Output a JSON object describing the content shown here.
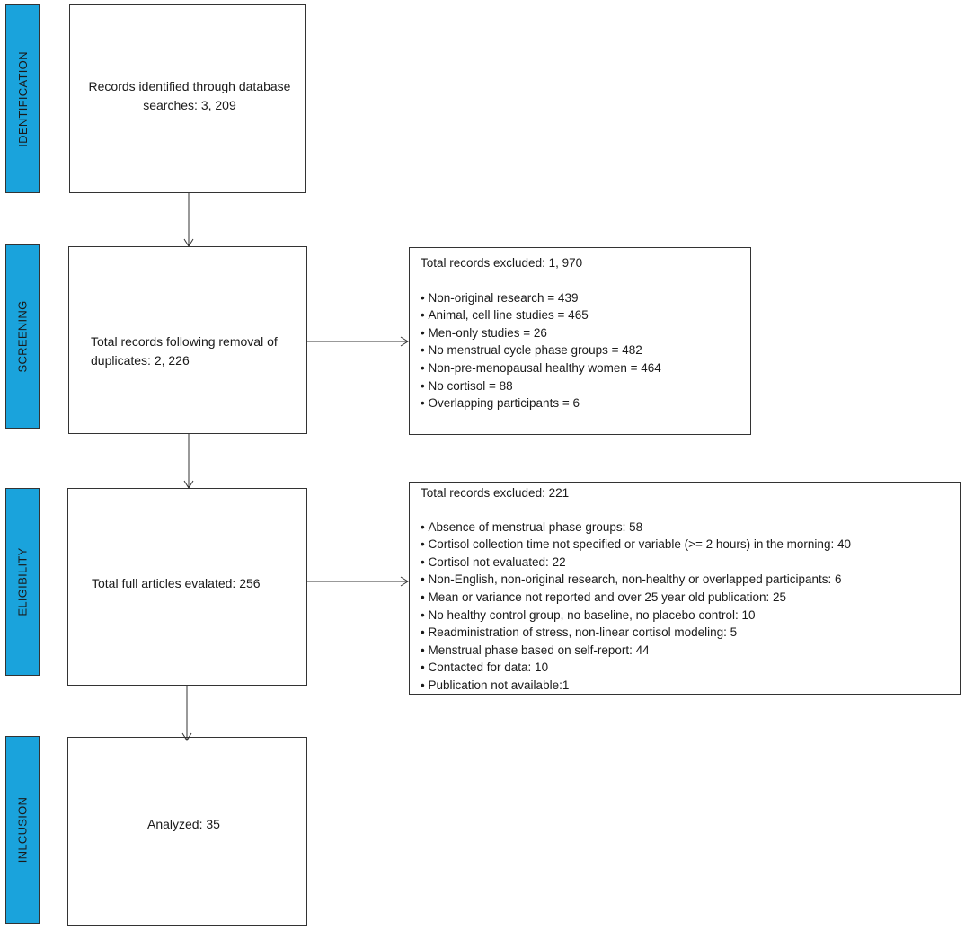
{
  "stages": {
    "identification": "IDENTIFICATION",
    "screening": "SCREENING",
    "eligibility": "ELIGIBILITY",
    "inclusion": "INLCUSION"
  },
  "boxes": {
    "identified": {
      "line1": "Records identified through database",
      "line2": "searches: 3, 209"
    },
    "after_duplicates": {
      "line1": "Total records following removal of",
      "line2": "duplicates: 2, 226"
    },
    "full_articles": {
      "text": "Total full articles evalated: 256"
    },
    "analyzed": {
      "text": "Analyzed: 35"
    }
  },
  "exclusions_screening": {
    "title": "Total records excluded: 1, 970",
    "items": [
      "Non-original research = 439",
      "Animal, cell line studies = 465",
      "Men-only studies = 26",
      "No menstrual cycle phase groups  = 482",
      "Non-pre-menopausal healthy women = 464",
      "No cortisol = 88",
      "Overlapping participants =  6"
    ]
  },
  "exclusions_eligibility": {
    "title": "Total records excluded: 221",
    "items": [
      "Absence of menstrual phase groups: 58",
      "Cortisol collection time not specified or variable (>= 2 hours) in the morning: 40",
      "Cortisol not evaluated: 22",
      "Non-English, non-original research, non-healthy or overlapped participants: 6",
      "Mean or variance not reported and over 25 year old publication: 25",
      "No healthy control group, no baseline,  no placebo control: 10",
      "Readministration of stress, non-linear cortisol modeling: 5",
      "Menstrual phase based on self-report: 44",
      "Contacted for data: 10",
      "Publication not available:1"
    ]
  },
  "colors": {
    "stage_fill": "#1aa3dc",
    "border": "#333333"
  }
}
